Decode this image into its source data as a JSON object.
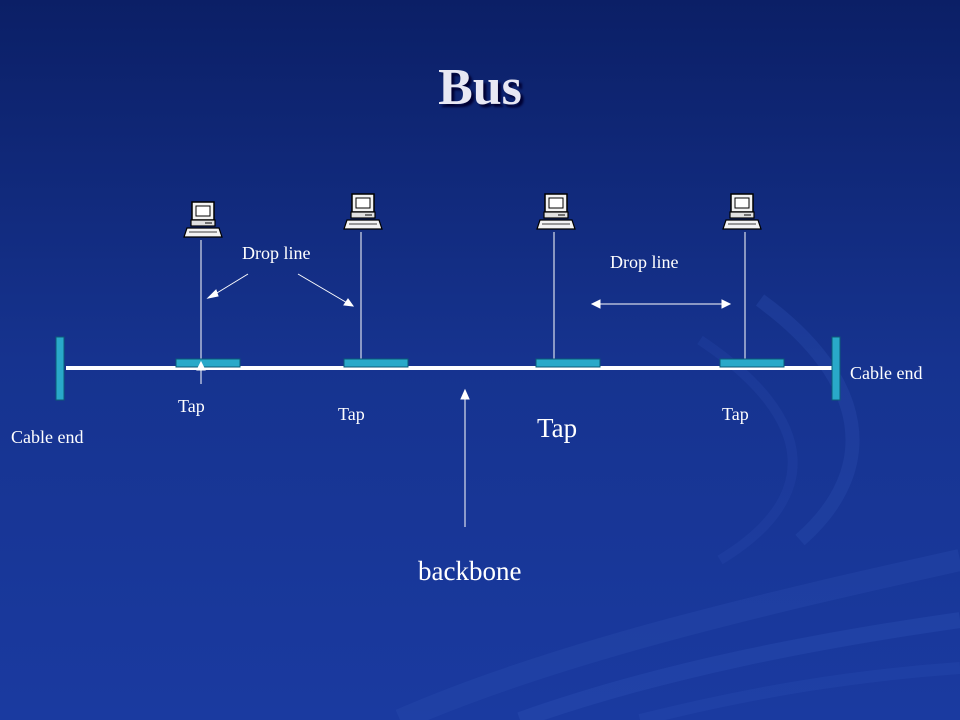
{
  "title": "Bus",
  "labels": {
    "drop_line_left": "Drop line",
    "drop_line_right": "Drop line",
    "cable_end_left": "Cable end",
    "cable_end_right": "Cable end",
    "tap_1": "Tap",
    "tap_2": "Tap",
    "tap_3": "Tap",
    "tap_4": "Tap",
    "backbone": "backbone"
  },
  "colors": {
    "background_top": "#0b1f66",
    "background_bottom": "#1a3aa0",
    "cable": "#ffffff",
    "tap": "#29a9c9",
    "cable_end": "#29a9c9",
    "text": "#ffffff"
  },
  "icons": [
    "computer-icon",
    "computer-icon",
    "computer-icon",
    "computer-icon"
  ]
}
